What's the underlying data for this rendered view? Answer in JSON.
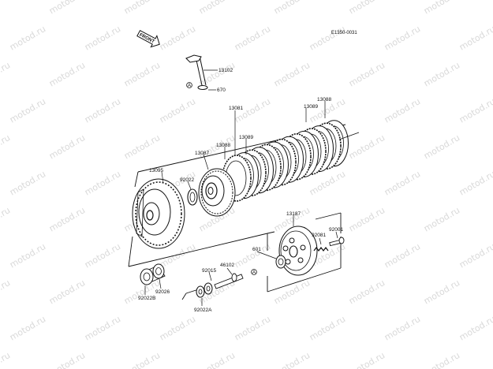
{
  "diagram": {
    "reference_code": "E1350-0031",
    "front_label": "FRONT",
    "watermark": "motod.ru",
    "marker_letter": "A",
    "parts": [
      {
        "id": "13102",
        "label": "13102"
      },
      {
        "id": "670",
        "label": "670"
      },
      {
        "id": "13081",
        "label": "13081"
      },
      {
        "id": "13088_top",
        "label": "13088"
      },
      {
        "id": "13089_top",
        "label": "13089"
      },
      {
        "id": "13087",
        "label": "13087"
      },
      {
        "id": "13088",
        "label": "13088"
      },
      {
        "id": "13089",
        "label": "13089"
      },
      {
        "id": "13095",
        "label": "13095"
      },
      {
        "id": "92022",
        "label": "92022"
      },
      {
        "id": "13187",
        "label": "13187"
      },
      {
        "id": "92001",
        "label": "92001"
      },
      {
        "id": "92081",
        "label": "92081"
      },
      {
        "id": "601",
        "label": "601"
      },
      {
        "id": "46102",
        "label": "46102"
      },
      {
        "id": "92015",
        "label": "92015"
      },
      {
        "id": "92026",
        "label": "92026"
      },
      {
        "id": "92022B",
        "label": "92022B"
      },
      {
        "id": "92022A",
        "label": "92022A"
      }
    ]
  }
}
